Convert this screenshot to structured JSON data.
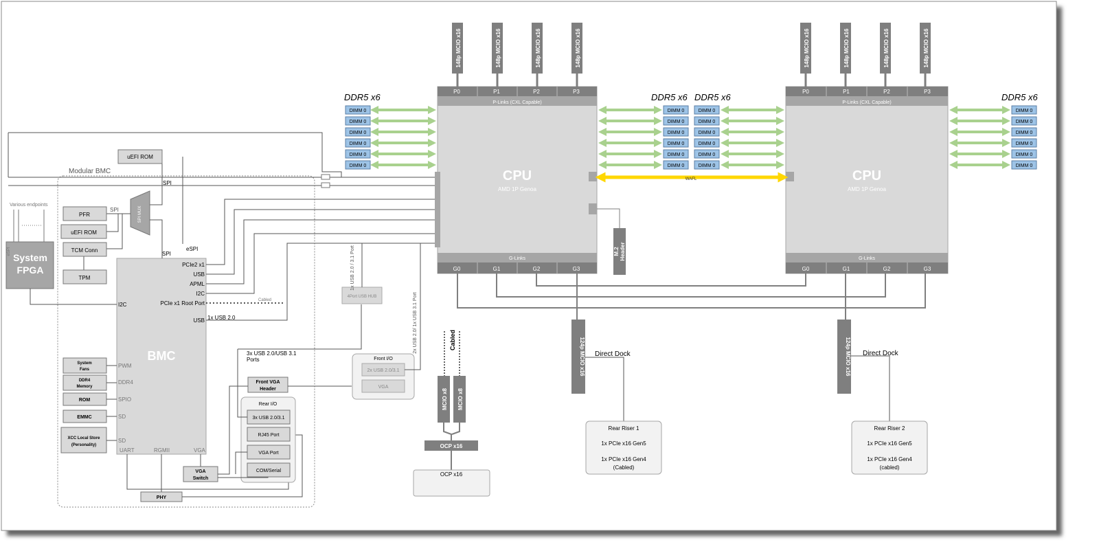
{
  "cpu": {
    "title": "CPU",
    "subtitle": "AMD 1P Genoa",
    "plinks": "P-Links (CXL Capable)",
    "glinks": "G-Links",
    "p_ports": [
      "P0",
      "P1",
      "P2",
      "P3"
    ],
    "g_ports": [
      "G0",
      "G1",
      "G2",
      "G3"
    ],
    "mcio_top": "148p MCIO x16",
    "ddr_label": "DDR5 x6",
    "dimm_label": "DIMM 0",
    "wafl": "WAFL"
  },
  "bmc": {
    "group_label": "Modular BMC",
    "title": "BMC",
    "right_ports": [
      "PCIe2 x1",
      "USB",
      "APML",
      "I2C",
      "PCIe x1 Root Port",
      "USB"
    ],
    "left_ports": [
      "PWM",
      "DDR4",
      "SPIO",
      "SD",
      "SD"
    ],
    "bottom_ports": [
      "UART",
      "RGMII",
      "VGA"
    ],
    "i2c_left": "I2C",
    "cabled": "Cabled",
    "usb20": "1x USB 2.0",
    "usb_ports_note_1": "3x USB 2.0/USB 3.1",
    "usb_ports_note_2": "Ports",
    "spi": "SPI",
    "espi": "eSPI",
    "spi_mux": "SPI MUX"
  },
  "left_blocks": {
    "uefi_rom_top": "uEFI ROM",
    "pfr": "PFR",
    "uefi_rom": "uEFI ROM",
    "tcm_conn": "TCM Conn",
    "tpm": "TPM",
    "system_fpga_1": "System",
    "system_fpga_2": "FPGA",
    "various_endpoints": "Various endpoints",
    "espi_side": "eSPI"
  },
  "bmc_peripherals": {
    "system_fans_1": "System",
    "system_fans_2": "Fans",
    "ddr4_1": "DDR4",
    "ddr4_2": "Memory",
    "rom": "ROM",
    "emmc": "EMMC",
    "xcc_1": "XCC Local Store",
    "xcc_2": "(Personality)",
    "vga_switch_1": "VGA",
    "vga_switch_2": "Switch",
    "phy": "PHY",
    "front_vga_1": "Front VGA",
    "front_vga_2": "Header"
  },
  "rear_io": {
    "title": "Rear I/O",
    "items": [
      "3x USB 2.0/3.1",
      "RJ45 Port",
      "VGA Port",
      "COM/Serial"
    ]
  },
  "front_io": {
    "title": "Front I/O",
    "usb": "2x USB 2.0/3.1",
    "vga": "VGA",
    "hub": "4Port USB HUB",
    "usb_port_note": "1x USB 2.0 / 3.1 Port",
    "usb_vertical_note": "2x USB 2.0/ 1x USB 3.1 Port"
  },
  "ocp": {
    "mcio": "MCIO x8",
    "cabled": "Cabled",
    "connector": "OCP x16",
    "card": "OCP x16"
  },
  "risers": {
    "mcio_124": "124p MCIO x16",
    "direct_dock": "Direct Dock",
    "m2_1": "M.2",
    "m2_2": "Header",
    "rear_riser_1": {
      "title": "Rear Riser 1",
      "line1": "1x PCIe x16 Gen5",
      "line2": "1x PCIe x16 Gen4",
      "line3": "(Cabled)"
    },
    "rear_riser_2": {
      "title": "Rear Riser 2",
      "line1": "1x PCIe x16 Gen5",
      "line2": "1x PCIe x16 Gen4",
      "line3": "(cabled)"
    }
  },
  "colors": {
    "cpu_fill": "#d9d9d9",
    "dark_gray": "#7f7f7f",
    "dimm_fill": "#9dc3e6",
    "ddr_arrow": "#a9d18e",
    "wafl": "#ffd700"
  }
}
